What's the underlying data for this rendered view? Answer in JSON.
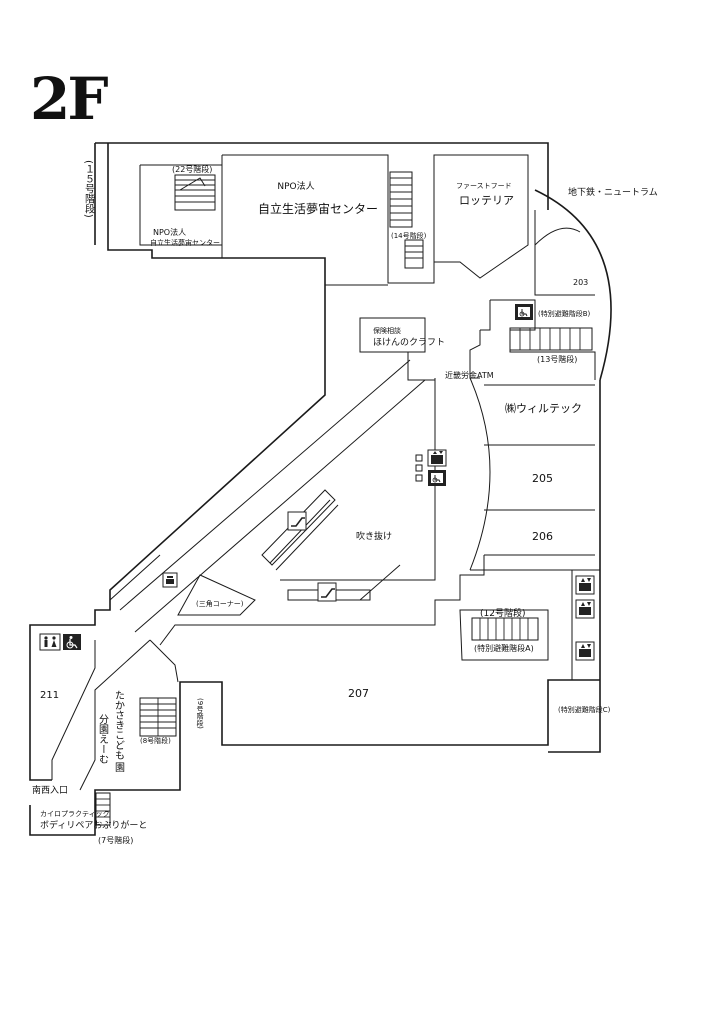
{
  "floor": "2F",
  "labels": {
    "npo1": "NPO法人",
    "center_main": "自立生活夢宙センター",
    "npo2": "NPO法人",
    "center_small": "自立生活夢宙センター",
    "stair22": "(22号階段)",
    "stair14": "(14号階段)",
    "stair15": "(１５号階段)",
    "fastfood": "ファーストフード",
    "lotteria": "ロッテリア",
    "subway": "地下鉄・ニュートラム",
    "r203": "203",
    "evac_b": "(特別避難階段B)",
    "stair13": "(13号階段)",
    "hoken_small": "保険相談",
    "hoken": "ほけんのクラフト",
    "atm": "近畿労金ATM",
    "wiltech": "㈱ウィルテック",
    "r205": "205",
    "r206": "206",
    "atrium": "吹き抜け",
    "triangle": "(三角コーナー)",
    "stair12": "(12号階段)",
    "evac_a": "(特別避難階段A)",
    "evac_c": "(特別避難階段C)",
    "r207": "207",
    "r211": "211",
    "kodomo1": "たかさきこども",
    "kodomo2": "分園えーむ",
    "kodomo3": "園",
    "stair9": "(9号階段)",
    "stair8": "(8号階段)",
    "entrance": "南西入口",
    "chiro": "カイロプラクティック",
    "bodyrepair": "ボディリペアおぶりがーと",
    "stair7": "(7号階段)"
  },
  "icons": [
    "restroom-icon",
    "wheelchair-icon",
    "elevator-icon",
    "escalator-icon",
    "phone-icon"
  ]
}
